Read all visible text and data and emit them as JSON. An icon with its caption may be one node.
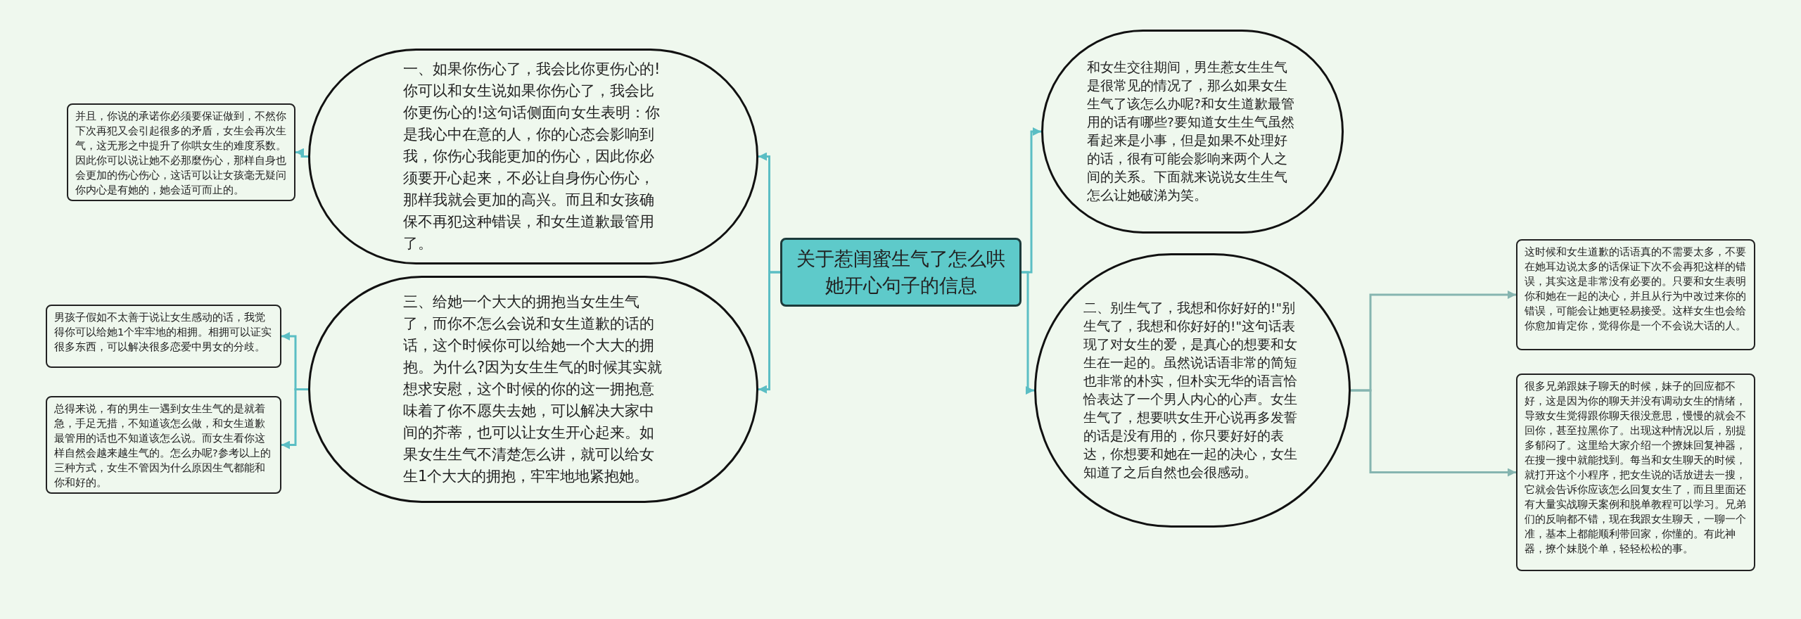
{
  "diagram": {
    "nodes": [
      {
        "text": [
          "关于惹闺蜜生气了怎么哄她开心句子的信息"
        ]
      },
      {
        "text": [
          "一、如果你伤心了，我会比你更伤心的!你可以和女生说如果你伤心了，我会比你更伤心的!这句话侧面向女生表明：你是我心中在意的人，你的心态会影响到我，你伤心我能更加的伤心，因此你必须要开心起来，不必让自身伤心伤心，那样我就会更加的高兴。而且和女孩确保不再犯这种错误，和女生道歉最管用了。"
        ]
      },
      {
        "text": [
          "并且，你说的承诺你必须要保证做到，不然你下次再犯又会引起很多的矛盾，女生会再次生气，这无形之中提升了你哄女生的难度系数。因此你可以说让她不必那麼伤心，那样自身也会更加的伤心伤心，这话可以让女孩毫无疑问你内心是有她的，她会适可而止的。"
        ]
      },
      {
        "text": [
          "三、给她一个大大的拥抱当女生生气了，而你不怎么会说和女生道歉的话的话，这个时候你可以给她一个大大的拥抱。为什么?因为女生生气的时候其实就想求安慰，这个时候的你的这一拥抱意味着了你不愿失去她，可以解决大家中间的芥蒂，也可以让女生开心起来。如果女生生气不清楚怎么讲，就可以给女生1个大大的拥抱，牢牢地地紧抱她。"
        ]
      },
      {
        "text": [
          "男孩子假如不太善于说让女生感动的话，我觉得你可以给她1个牢牢地的相拥。相拥可以证实很多东西，可以解决很多恋爱中男女的分歧。"
        ]
      },
      {
        "text": [
          "总得来说，有的男生一遇到女生生气的是就着急，手足无措，不知道该怎么做，和女生道歉最管用的话也不知道该怎么说。而女生看你这样自然会越来越生气的。怎么办呢?参考以上的三种方式，女生不管因为什么原因生气都能和你和好的。"
        ]
      },
      {
        "text": [
          "和女生交往期间，男生惹女生生气是很常见的情况了，那么如果女生生气了该怎么办呢?和女生道歉最管用的话有哪些?要知道女生生气虽然看起来是小事，但是如果不处理好的话，很有可能会影响来两个人之间的关系。下面就来说说女生生气怎么让她破涕为笑。"
        ]
      },
      {
        "text": [
          "二、别生气了，我想和你好好的!\"别生气了，我想和你好好的!\"这句话表现了对女生的爱，是真心的想要和女生在一起的。虽然说话语非常的简短也非常的朴实，但朴实无华的语言恰恰表达了一个男人内心的心声。女生生气了，想要哄女生开心说再多发誓的话是没有用的，你只要好好的表达，你想要和她在一起的决心，女生知道了之后自然也会很感动。"
        ]
      },
      {
        "text": [
          "这时候和女生道歉的话语真的不需要太多，不要在她耳边说太多的话保证下次不会再犯这样的错误，其实这是非常没有必要的。只要和女生表明你和她在一起的决心，并且从行为中改过来你的错误，可能会让她更轻易接受。这样女生也会给你愈加肯定你，觉得你是一个不会说大话的人。"
        ]
      },
      {
        "text": [
          "很多兄弟跟妹子聊天的时候，妹子的回应都不好，这是因为你的聊天并没有调动女生的情绪，导致女生觉得跟你聊天很没意思，慢慢的就会不回你，甚至拉黑你了。出现这种情况以后，别提多郁闷了。这里给大家介绍一个撩妹回复神器，在搜一搜中就能找到。每当和女生聊天的时候，就打开这个小程序，把女生说的话放进去一搜，它就会告诉你应该怎么回复女生了，而且里面还有大量实战聊天案例和脱单教程可以学习。兄弟们的反响都不错，现在我跟女生聊天，一聊一个准，基本上都能顺利带回家，你懂的。有此神器，撩个妹脱个单，轻轻松松的事。"
        ]
      }
    ],
    "edges": [
      {
        "from": 0,
        "to": 1,
        "arrow": "to"
      },
      {
        "from": 1,
        "to": 2,
        "arrow": "to"
      },
      {
        "from": 0,
        "to": 3,
        "arrow": "to"
      },
      {
        "from": 3,
        "to": 4,
        "arrow": "to"
      },
      {
        "from": 3,
        "to": 5,
        "arrow": "to"
      },
      {
        "from": 0,
        "to": 6,
        "arrow": "to"
      },
      {
        "from": 0,
        "to": 7,
        "arrow": "to"
      },
      {
        "from": 7,
        "to": 8,
        "arrow": "to",
        "color": "#86b5b0"
      },
      {
        "from": 7,
        "to": 9,
        "arrow": "to",
        "color": "#86b5b0"
      }
    ]
  }
}
